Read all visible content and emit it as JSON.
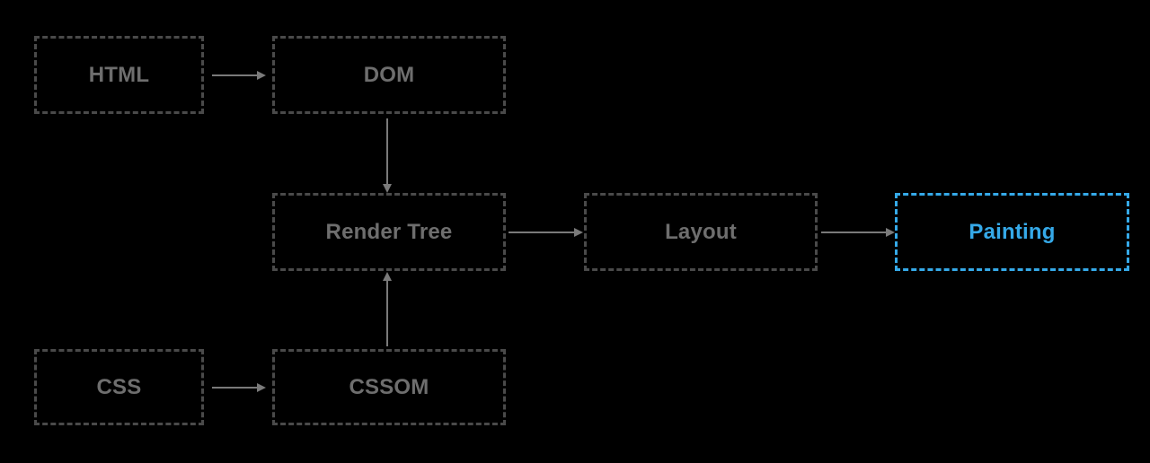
{
  "nodes": {
    "html": "HTML",
    "dom": "DOM",
    "render_tree": "Render Tree",
    "layout": "Layout",
    "painting": "Painting",
    "css": "CSS",
    "cssom": "CSSOM"
  },
  "colors": {
    "background": "#000000",
    "border": "#4a4a4a",
    "text": "#6e6e6e",
    "active": "#35a9e8",
    "arrow": "#7a7a7a"
  },
  "edges": [
    {
      "from": "html",
      "to": "dom"
    },
    {
      "from": "dom",
      "to": "render_tree"
    },
    {
      "from": "css",
      "to": "cssom"
    },
    {
      "from": "cssom",
      "to": "render_tree"
    },
    {
      "from": "render_tree",
      "to": "layout"
    },
    {
      "from": "layout",
      "to": "painting"
    }
  ]
}
